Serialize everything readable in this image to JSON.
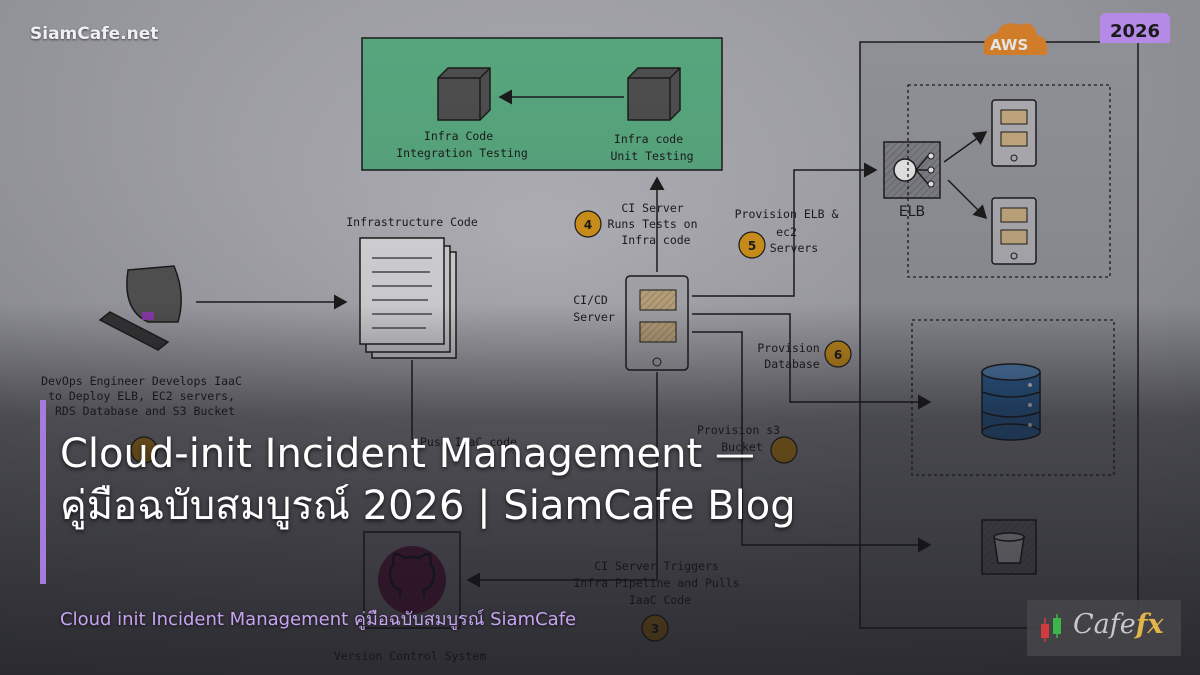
{
  "watermark": "SiamCafe.net",
  "year_badge": "2026",
  "title": "Cloud-init Incident Management — คู่มือฉบับสมบูรณ์ 2026 | SiamCafe Blog",
  "subtitle": "Cloud init Incident Management คู่มือฉบับสมบูรณ์ SiamCafe",
  "diagram": {
    "aws_label": "AWS",
    "elb_label": "ELB",
    "infra_code_label": "Infrastructure Code",
    "ci_cd_server_label": [
      "CI/CD",
      "Server"
    ],
    "integration_testing_label": [
      "Infra Code",
      "Integration Testing"
    ],
    "unit_testing_label": [
      "Infra code",
      "Unit Testing"
    ],
    "ci_tests_label": [
      "CI Server",
      "Runs Tests on",
      "Infra code"
    ],
    "provision_elb_label": [
      "Provision ELB &",
      "ec2",
      "Servers"
    ],
    "provision_db_label": [
      "Provision",
      "Database"
    ],
    "provision_s3_label": [
      "Provision s3",
      "Bucket"
    ],
    "devops_label": [
      "DevOps Engineer Develops IaaC",
      "to Deploy ELB, EC2 servers,",
      "RDS Database and S3 Bucket"
    ],
    "push_code_label": "Push IaaC code",
    "ci_triggers_label": [
      "CI Server Triggers",
      "Infra Pipeline and Pulls",
      "IaaC Code"
    ],
    "vcs_label": "Version Control System",
    "step_numbers": [
      "4",
      "5",
      "6",
      "3"
    ]
  },
  "logo": {
    "text": "Cafe",
    "suffix": "fx"
  },
  "colors": {
    "title_accent_bar": "#a77bdc",
    "year_badge_bg": "#b48ae6",
    "subtitle": "#c7a4f2",
    "step_circle": "#e8a21a",
    "aws_orange": "#e8892a",
    "db_blue": "#2f6fb0",
    "test_box_green": "#5fb88a"
  }
}
